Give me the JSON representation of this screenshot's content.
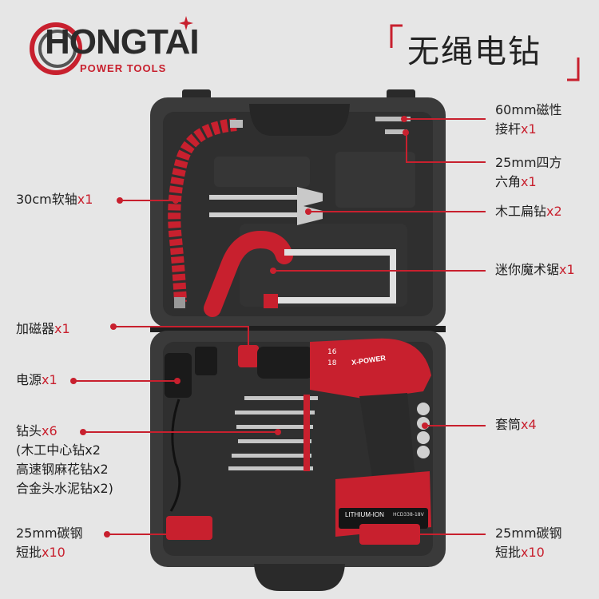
{
  "brand": {
    "name": "HONGTAI",
    "tagline": "POWER TOOLS"
  },
  "title": "无绳电钻",
  "colors": {
    "accent": "#c8202e",
    "case": "#3a3a3a",
    "case_dark": "#262626",
    "background": "#e6e6e6"
  },
  "labels": {
    "magnetic_holder": {
      "text": "60mm磁性",
      "text2": "接杆",
      "qty": "x1"
    },
    "hex_bit": {
      "text": "25mm四方",
      "text2": "六角",
      "qty": "x1"
    },
    "flex_shaft": {
      "text": "30cm软轴",
      "qty": "x1"
    },
    "spade_bit": {
      "text": "木工扁钻",
      "qty": "x2"
    },
    "mini_saw": {
      "text": "迷你魔术锯",
      "qty": "x1"
    },
    "magnetizer": {
      "text": "加磁器",
      "qty": "x1"
    },
    "power_supply": {
      "text": "电源",
      "qty": "x1"
    },
    "drill_bits": {
      "text": "钻头",
      "qty": "x6",
      "line2": "(木工中心钻x2",
      "line3": "高速钢麻花钻x2",
      "line4": "合金头水泥钻x2)"
    },
    "sockets": {
      "text": "套筒",
      "qty": "x4"
    },
    "short_bits_left": {
      "text": "25mm碳钢",
      "text2": "短批",
      "qty": "x10"
    },
    "short_bits_right": {
      "text": "25mm碳钢",
      "text2": "短批",
      "qty": "x10"
    }
  },
  "product": {
    "drill_brand": "X-POWER",
    "battery_text": "LITHIUM-ION",
    "battery_model": "HCD338-18V",
    "speed_marks": [
      "16",
      "18"
    ]
  }
}
